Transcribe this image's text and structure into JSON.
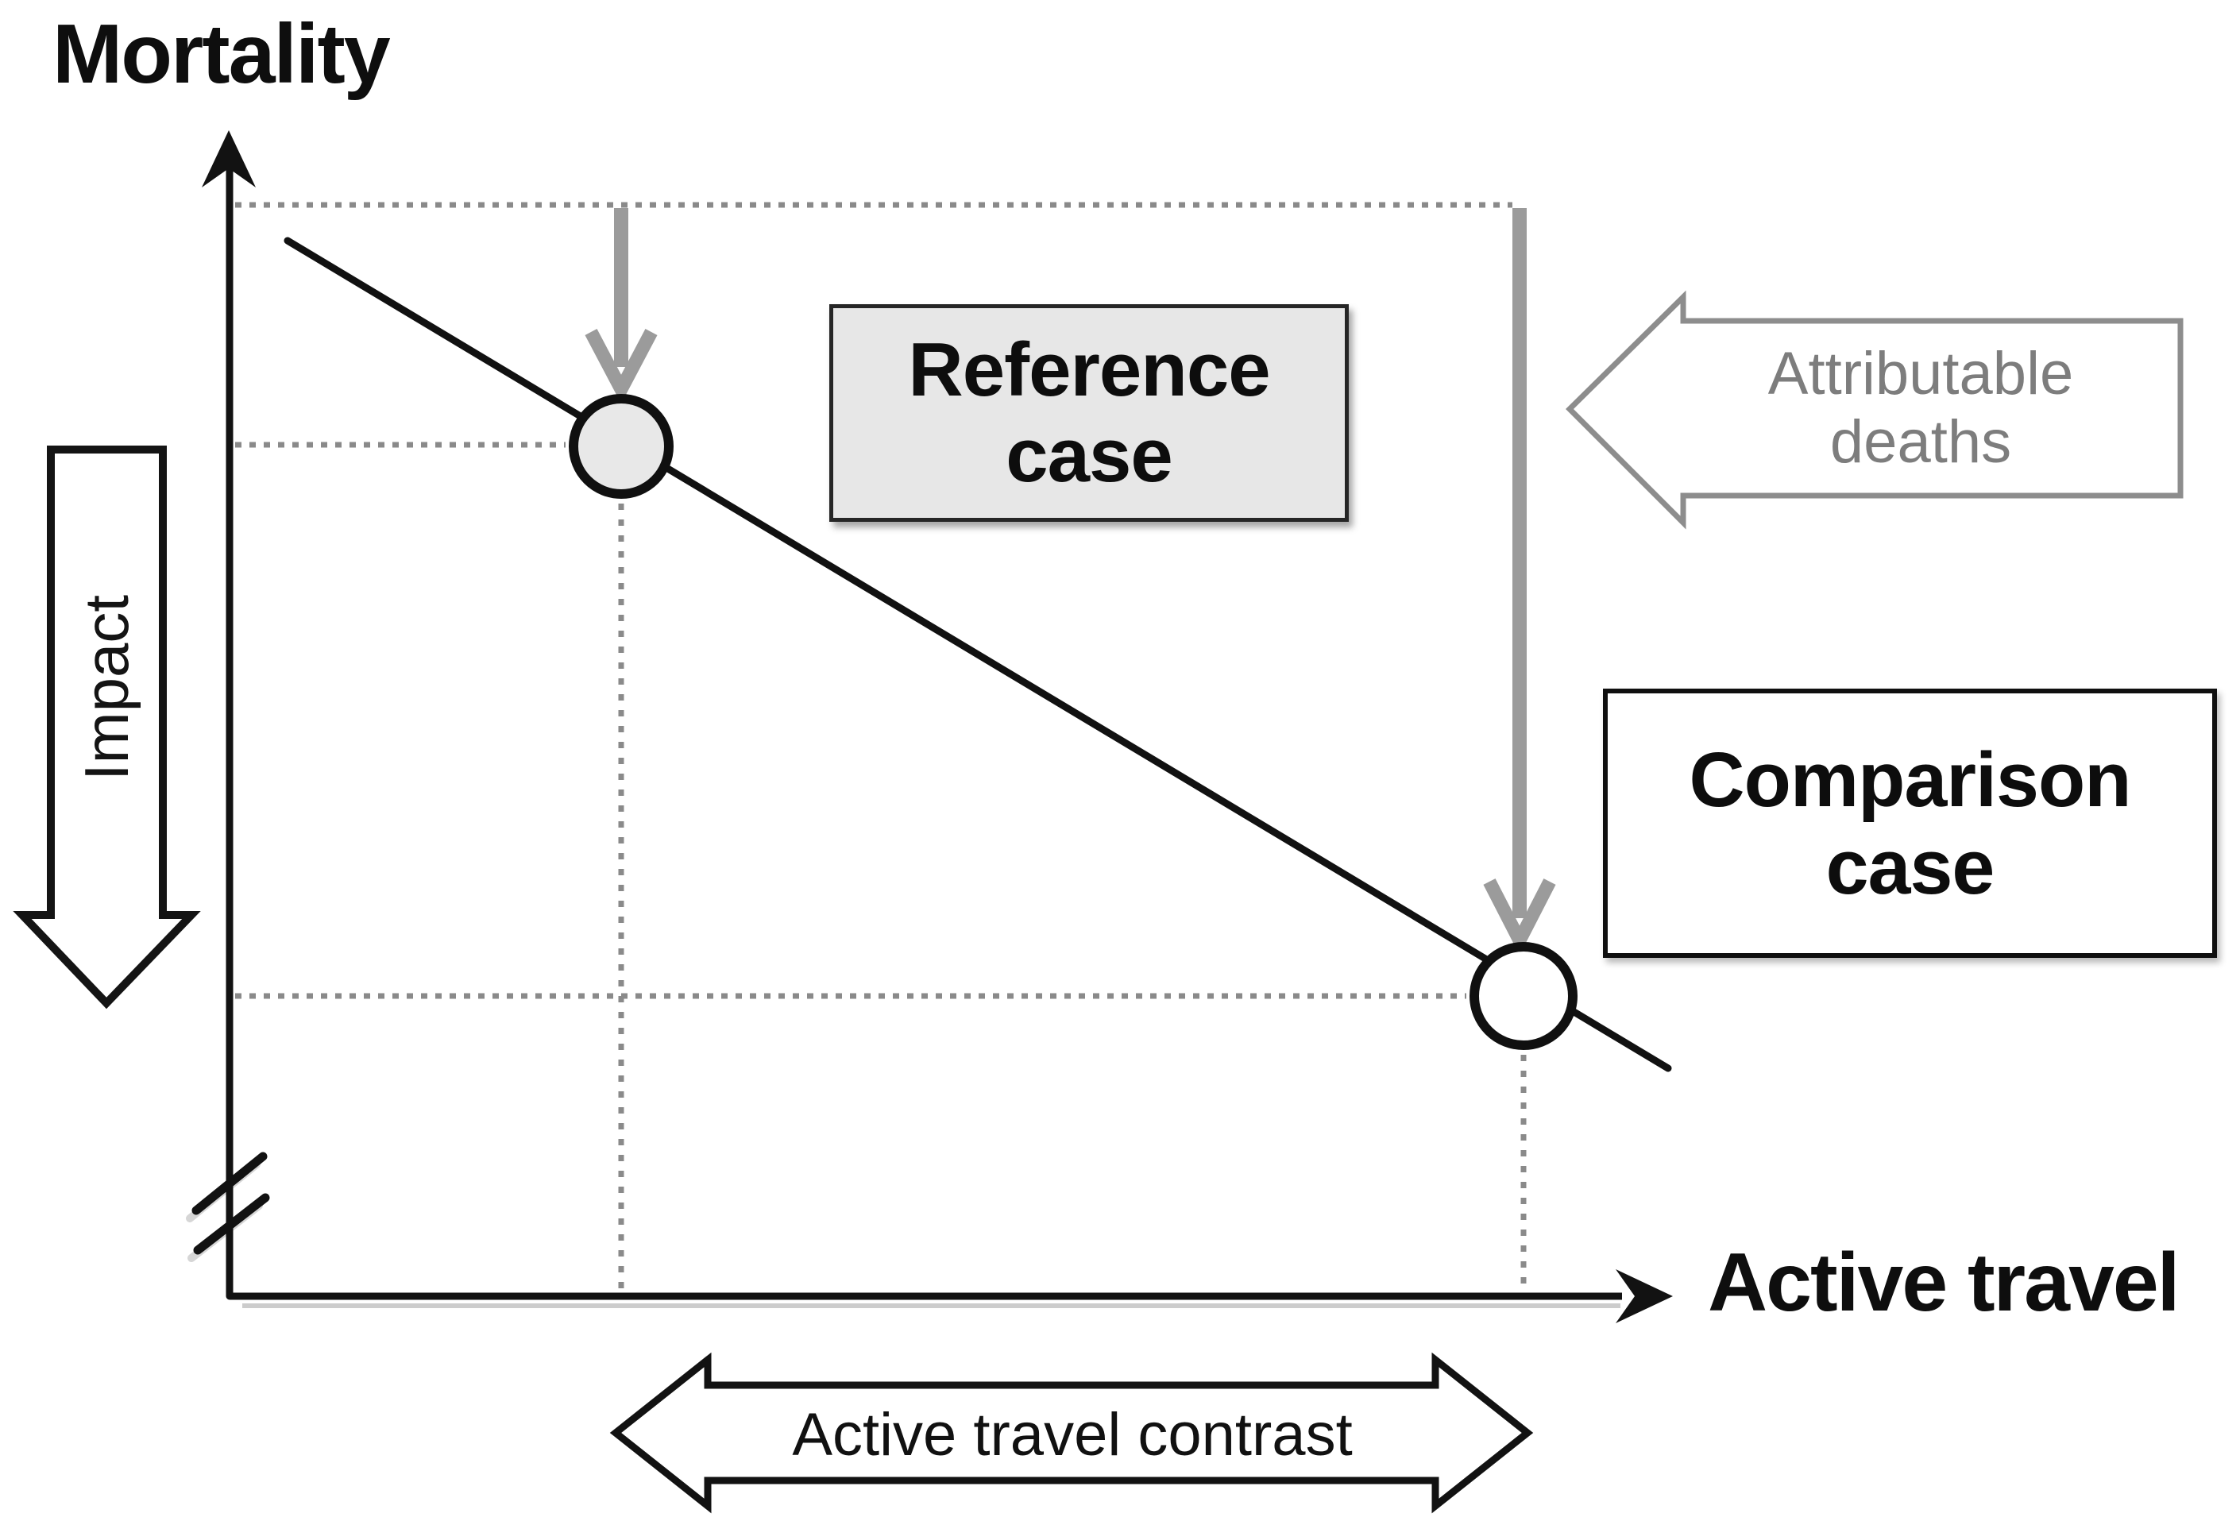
{
  "figure": {
    "y_axis_label": "Mortality",
    "x_axis_label": "Active travel",
    "impact_label": "Impact",
    "active_travel_contrast_label": "Active travel contrast",
    "reference_case_lines": [
      "Reference",
      "case"
    ],
    "comparison_case_lines": [
      "Comparison",
      "case"
    ],
    "attributable_deaths_lines": [
      "Attributable",
      "deaths"
    ],
    "relationship": "Mortality decreases as active travel increases; reference case and comparison case points lie on the downward-sloping line",
    "colors": {
      "background": "#ffffff",
      "line_black": "#121212",
      "gray_arrow": "#9b9b9b",
      "dotted_gray": "#8a8a8a",
      "gray_outline": "#8d8d8d",
      "gray_text": "#7d7d7d",
      "reference_box_fill": "#e7e7e7",
      "reference_point_fill": "#e8e8e8",
      "comparison_point_fill": "#ffffff"
    }
  }
}
